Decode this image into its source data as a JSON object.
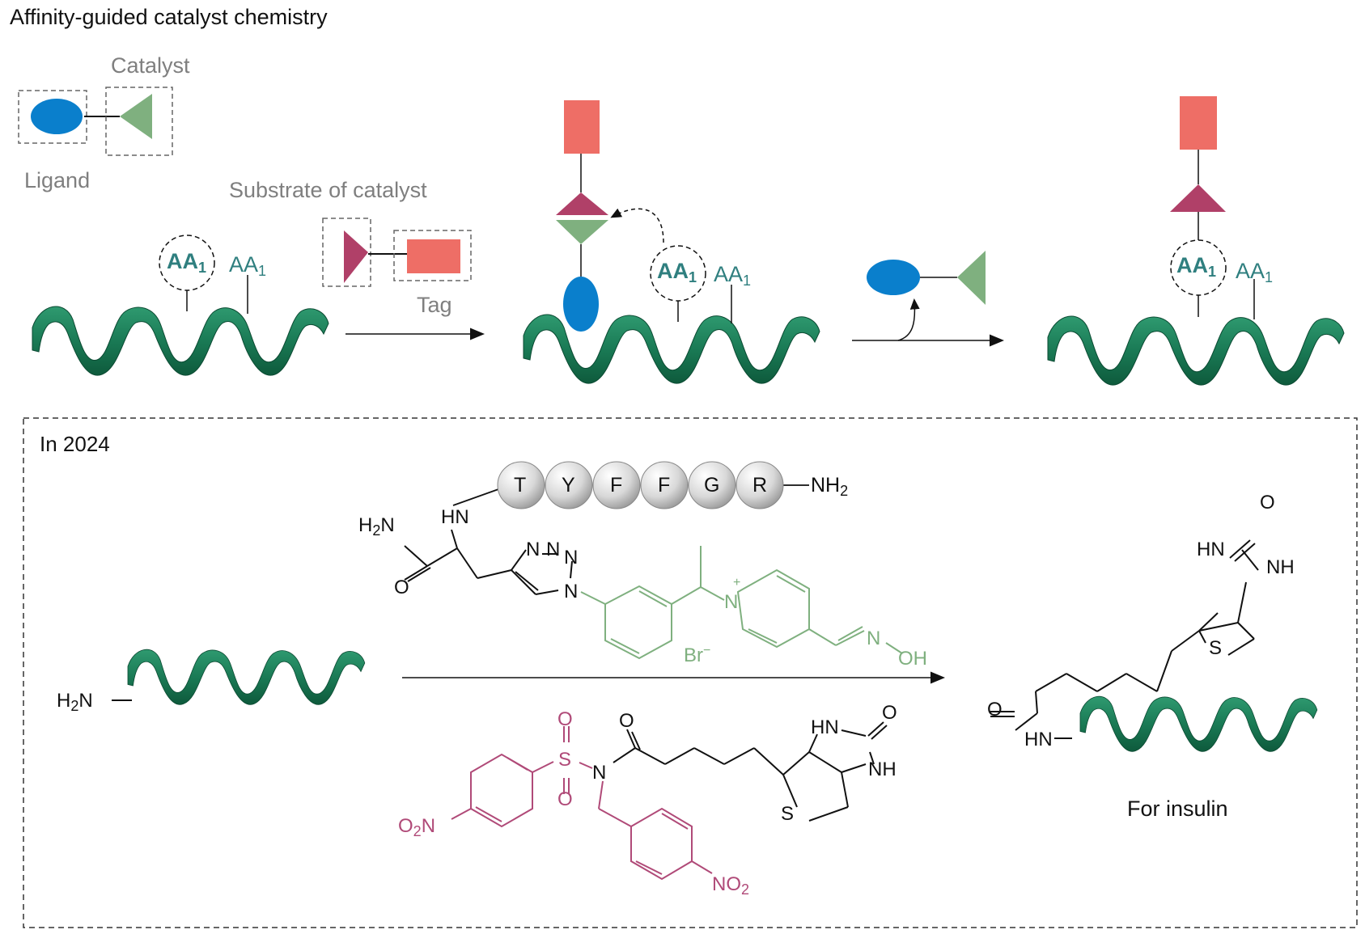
{
  "title": "Affinity-guided catalyst chemistry",
  "labels": {
    "catalyst": "Catalyst",
    "ligand": "Ligand",
    "substrate": "Substrate of catalyst",
    "tag": "Tag",
    "aa1": "AA",
    "aa_sub": "1",
    "year_box": "In 2024",
    "for_insulin": "For  insulin"
  },
  "peptide": {
    "residues": [
      "T",
      "Y",
      "F",
      "F",
      "G",
      "R"
    ],
    "c_term": "NH",
    "c_term_sub": "2"
  },
  "molecule_text": {
    "h2n": "H",
    "h2n_n": "N",
    "hn": "HN",
    "o": "O",
    "n": "N",
    "nh": "NH",
    "br": "Br",
    "oh": "OH",
    "s": "S",
    "o2n": "O",
    "no2": "NO",
    "plus": "+",
    "minus": "−",
    "two": "2"
  },
  "colors": {
    "ligand": "#0a7fcc",
    "catalyst": "#7fb07f",
    "substrate": "#b04068",
    "tag": "#ee6e66",
    "helix": "#1a7a55",
    "aa_text": "#2f7f7f"
  }
}
